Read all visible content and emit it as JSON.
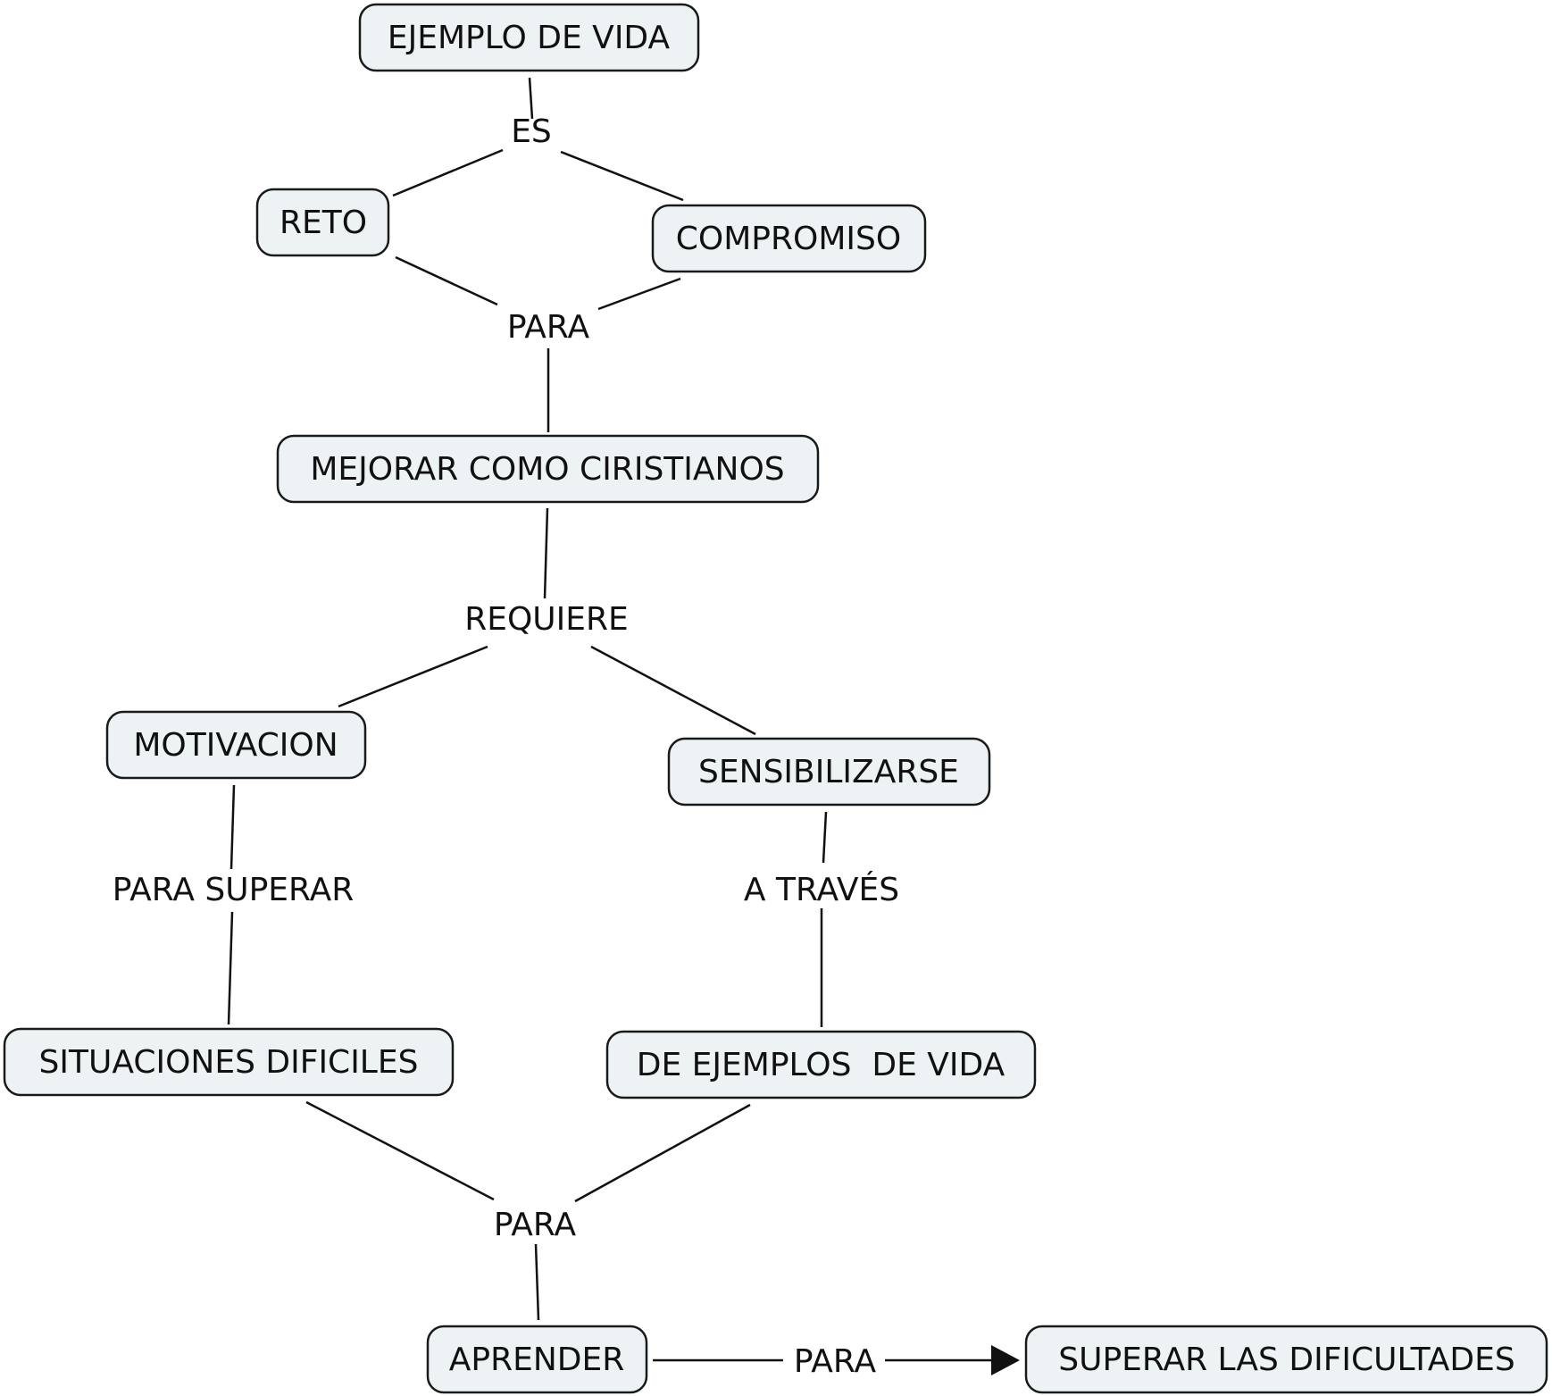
{
  "concepts": {
    "ejemplo_de_vida": "EJEMPLO DE VIDA",
    "reto": "RETO",
    "compromiso": "COMPROMISO",
    "mejorar": "MEJORAR COMO CIRISTIANOS",
    "motivacion": "MOTIVACION",
    "sensibilizarse": "SENSIBILIZARSE",
    "situaciones": "SITUACIONES DIFICILES",
    "de_ejemplos": "DE EJEMPLOS  DE VIDA",
    "aprender": "APRENDER",
    "superar_dificultades": "SUPERAR LAS DIFICULTADES"
  },
  "links": {
    "es": "ES",
    "para_1": "PARA",
    "requiere": "REQUIERE",
    "para_superar": "PARA SUPERAR",
    "a_traves": "A TRAVÉS",
    "para_2": "PARA",
    "para_3": "PARA"
  },
  "colors": {
    "node_fill": "#edf3f5",
    "stroke": "#1a1a1a"
  }
}
